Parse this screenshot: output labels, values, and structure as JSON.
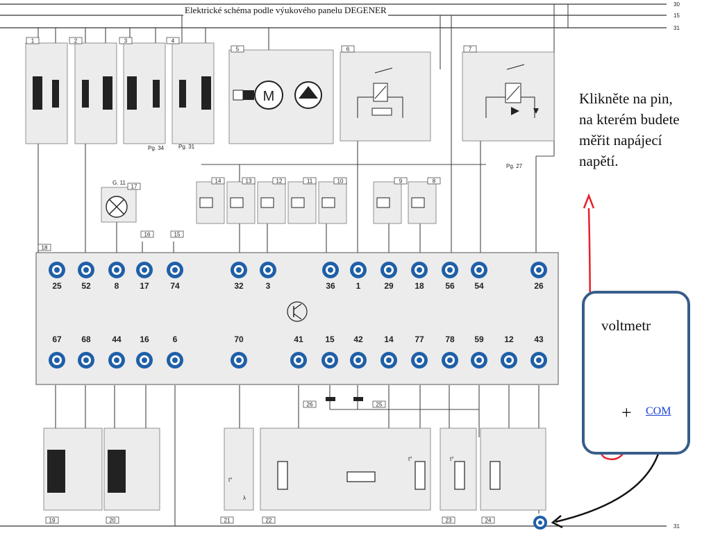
{
  "title": "Elektrické schéma podle výukového panelu DEGENER",
  "instruction": [
    "Klikněte na pin,",
    "na kterém budete",
    "měřit napájecí",
    "napětí."
  ],
  "voltmeter": {
    "label": "voltmetr",
    "plus_label": "+",
    "com_label": "COM"
  },
  "rail_labels": [
    "30",
    "15",
    "31",
    "31"
  ],
  "component_numbers": [
    "1",
    "2",
    "3",
    "4",
    "5",
    "6",
    "7",
    "14",
    "13",
    "12",
    "11",
    "10",
    "9",
    "8",
    "17",
    "16",
    "15",
    "18",
    "19",
    "20",
    "21",
    "22",
    "23",
    "24",
    "26",
    "25"
  ],
  "small_labels": {
    "pg34": "Pg. 34",
    "pg31": "Pg. 31",
    "pg27": "Pg. 27",
    "lamp": "G. 11"
  },
  "motor_letter": "M",
  "temp_symbol": "t°",
  "lambda_symbol": "λ",
  "top_pins": [
    "25",
    "52",
    "8",
    "17",
    "74",
    "32",
    "3",
    "36",
    "1",
    "29",
    "18",
    "56",
    "54",
    "26"
  ],
  "bottom_pins": [
    "67",
    "68",
    "44",
    "16",
    "6",
    "70",
    "41",
    "15",
    "42",
    "14",
    "77",
    "78",
    "59",
    "12",
    "43"
  ],
  "colors": {
    "pin_ring": "#1f5fa8",
    "pin_inner": "#ffffff",
    "box_border": "#385d8a",
    "red_lead": "#e8202a",
    "black_lead": "#111111",
    "com_link": "#1a3fd6"
  }
}
